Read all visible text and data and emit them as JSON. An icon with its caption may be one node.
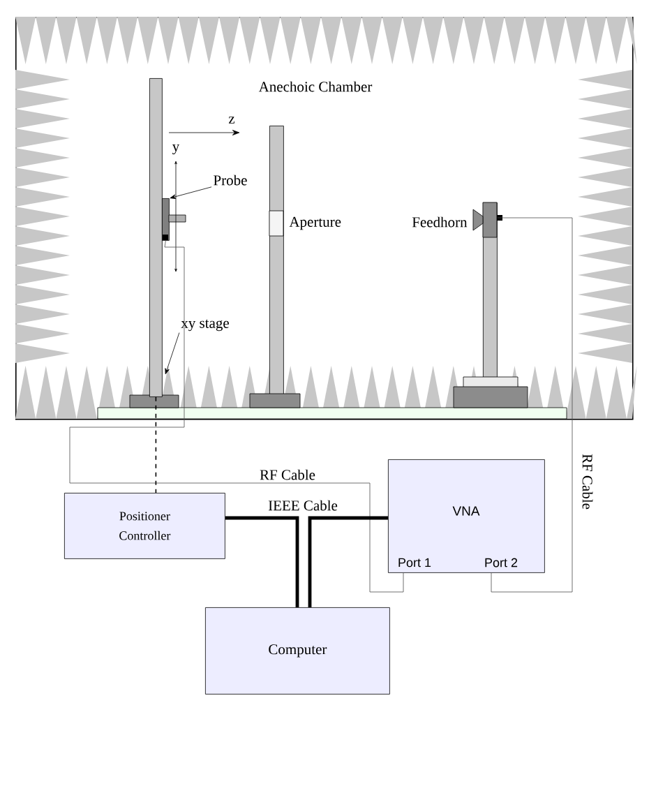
{
  "diagram": {
    "nodes": [
      {
        "text": [
          "Anechoic Chamber"
        ]
      },
      {
        "text": [],
        "shape": "bar",
        "in": 0
      },
      {
        "text": [],
        "shape": "box",
        "in": 0
      },
      {
        "text": [
          "Probe"
        ],
        "in": 0
      },
      {
        "text": [
          "xy stage"
        ],
        "in": 0
      },
      {
        "text": [],
        "shape": "bar",
        "beside": [
          "Aperture"
        ],
        "in": 0
      },
      {
        "text": [],
        "shape": "bar",
        "beside": [
          "Feedhorn"
        ],
        "in": 0
      },
      {
        "text": [
          "Positioner Controller"
        ]
      },
      {
        "text": [
          "VNA",
          "Port 1",
          "Port 2"
        ]
      },
      {
        "text": [
          "Computer"
        ]
      }
    ],
    "edges": [
      {
        "from": 3,
        "to": 2,
        "arrow": "to"
      },
      {
        "from": 4,
        "to": 1,
        "arrow": "to"
      },
      {
        "from": 2,
        "to": 8,
        "arrow": "none",
        "label": "RF Cable"
      },
      {
        "from": 6,
        "to": 8,
        "arrow": "none",
        "label": "RF Cable"
      },
      {
        "from": 1,
        "to": 7,
        "arrow": "none",
        "style": "dashed"
      },
      {
        "from": 7,
        "to": 9,
        "arrow": "none",
        "style": "thick",
        "label": "IEEE Cable"
      },
      {
        "from": 8,
        "to": 9,
        "arrow": "none",
        "style": "thick"
      }
    ],
    "labels": [
      "z",
      "y"
    ]
  }
}
